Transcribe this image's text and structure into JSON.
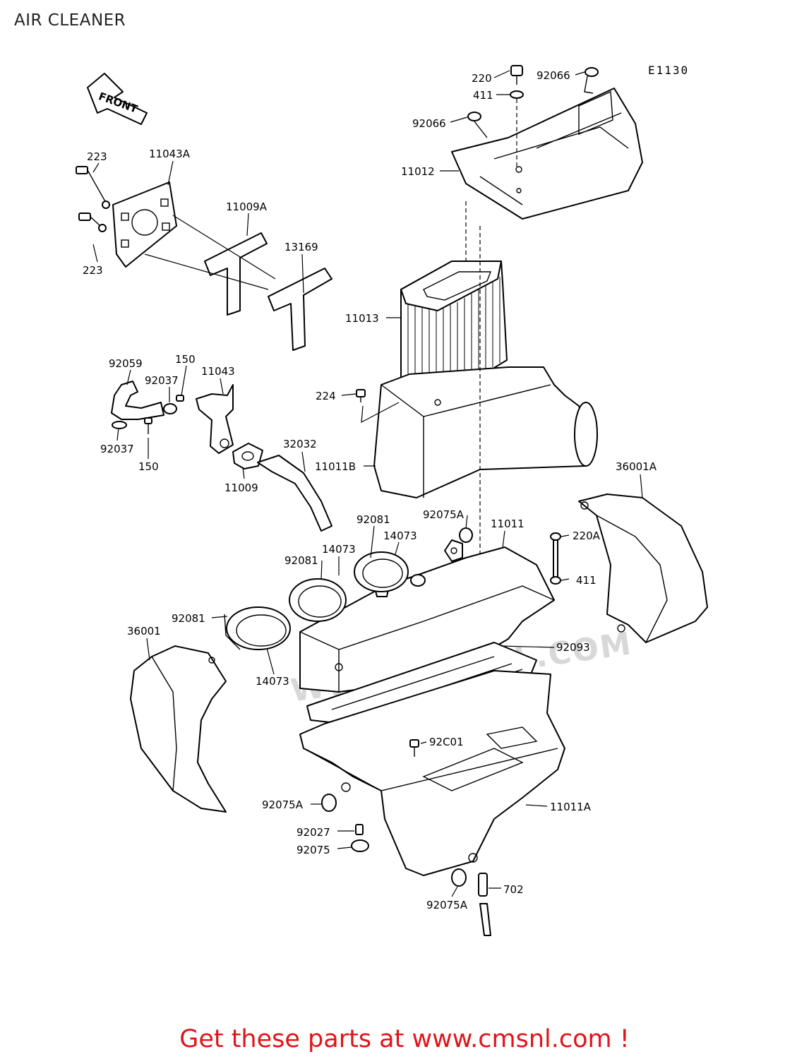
{
  "title": "AIR CLEANER",
  "diagram_code": "E1130",
  "front_arrow_label": "FRONT",
  "watermark_text": "WWW.CMSNL.COM",
  "footer": "Get these parts at www.cmsnl.com !",
  "colors": {
    "footer_text": "#e1141a",
    "line_art": "#000000",
    "background": "#ffffff"
  },
  "part_labels": [
    "220",
    "92066",
    "411",
    "92066",
    "11012",
    "223",
    "11043A",
    "11009A",
    "223",
    "13169",
    "11013",
    "92059",
    "150",
    "92037",
    "11043",
    "224",
    "92037",
    "150",
    "32032",
    "11011B",
    "11009",
    "36001A",
    "92081",
    "92075A",
    "11011",
    "14073",
    "14073",
    "92081",
    "220A",
    "411",
    "92081",
    "36001",
    "92093",
    "14073",
    "92C01",
    "92075A",
    "11011A",
    "92027",
    "92075",
    "702",
    "92075A"
  ]
}
